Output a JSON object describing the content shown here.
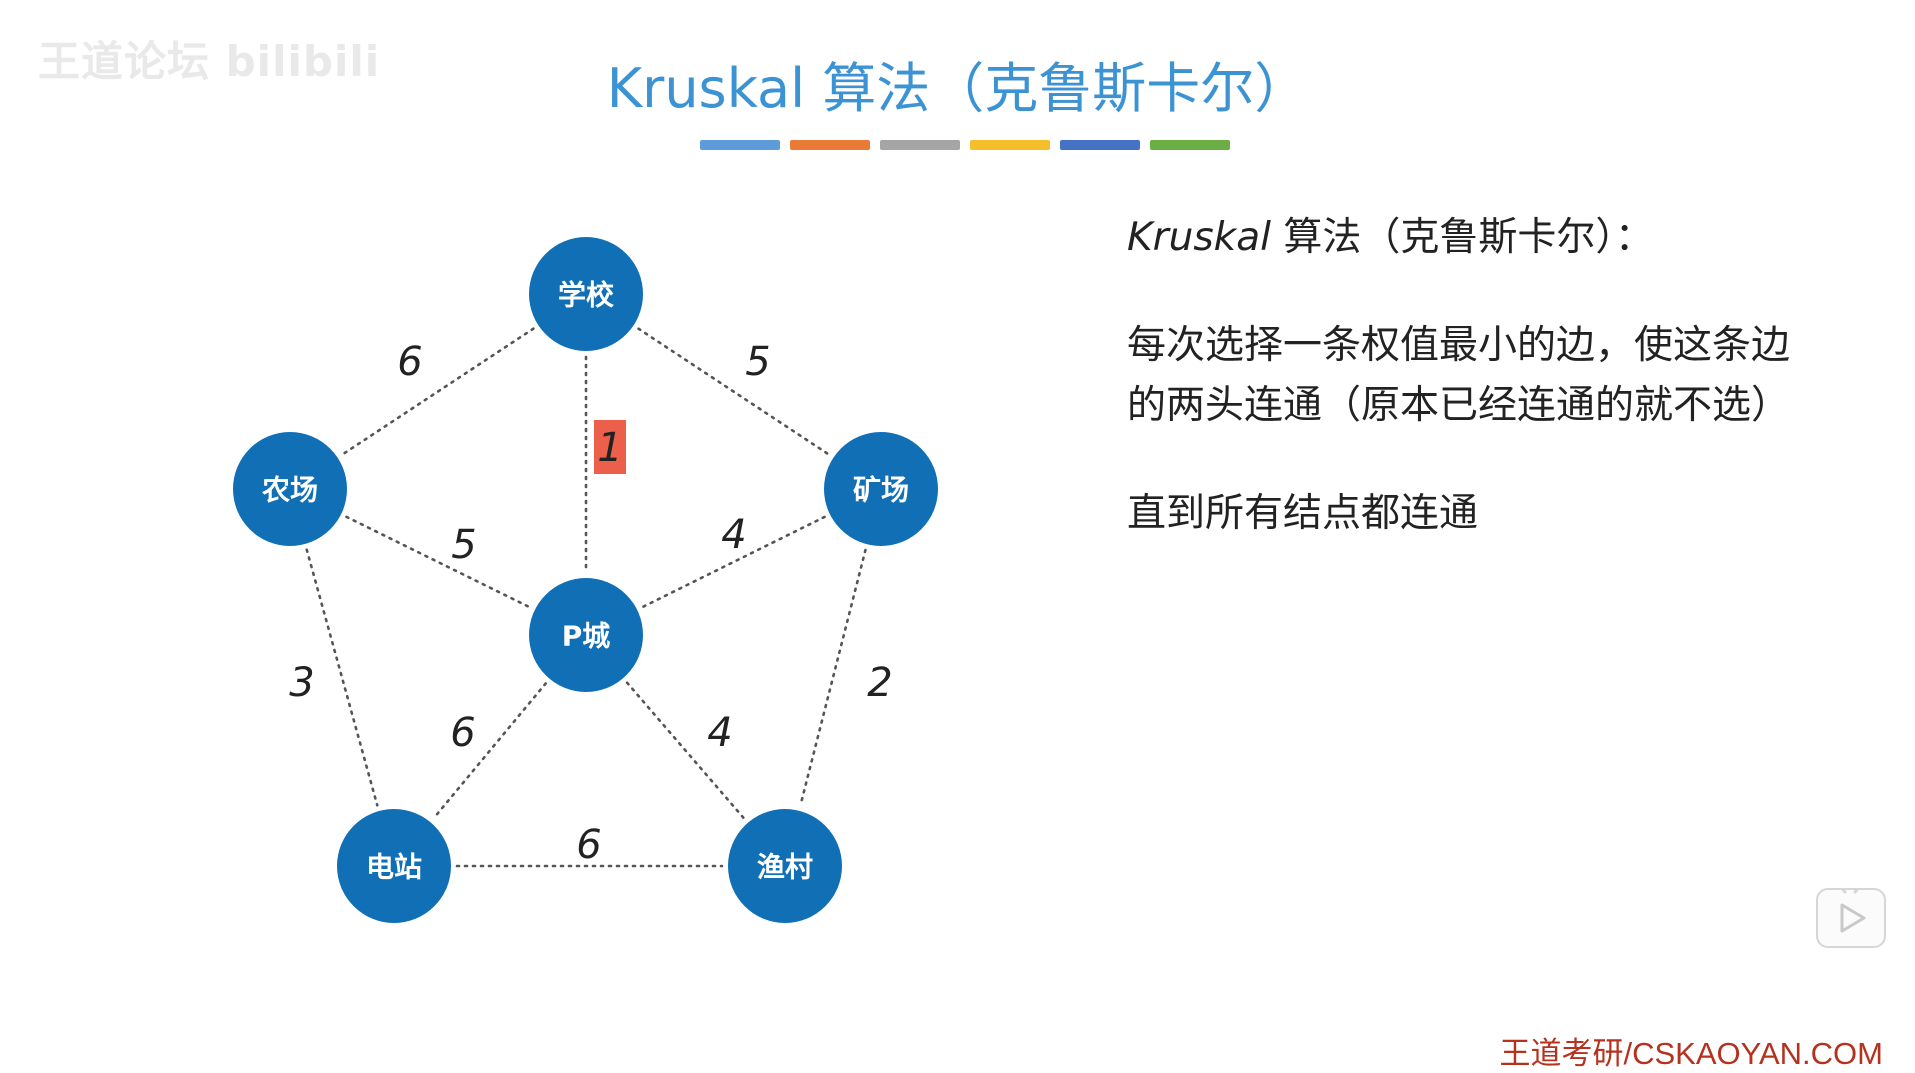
{
  "watermark": "王道论坛 bilibili",
  "title": "Kruskal 算法（克鲁斯卡尔）",
  "color_bars": [
    "#5d9cd8",
    "#ea7b37",
    "#a5a5a5",
    "#f5bf2c",
    "#4472c4",
    "#6bae44"
  ],
  "graph": {
    "nodes": [
      {
        "id": "school",
        "label": "学校"
      },
      {
        "id": "farm",
        "label": "农场"
      },
      {
        "id": "mine",
        "label": "矿场"
      },
      {
        "id": "pcity",
        "label": "P城"
      },
      {
        "id": "station",
        "label": "电站"
      },
      {
        "id": "village",
        "label": "渔村"
      }
    ],
    "edges": [
      {
        "from": "school",
        "to": "farm",
        "weight": "6",
        "highlighted": false
      },
      {
        "from": "school",
        "to": "mine",
        "weight": "5",
        "highlighted": false
      },
      {
        "from": "school",
        "to": "pcity",
        "weight": "1",
        "highlighted": true
      },
      {
        "from": "farm",
        "to": "pcity",
        "weight": "5",
        "highlighted": false
      },
      {
        "from": "mine",
        "to": "pcity",
        "weight": "4",
        "highlighted": false
      },
      {
        "from": "farm",
        "to": "station",
        "weight": "3",
        "highlighted": false
      },
      {
        "from": "mine",
        "to": "village",
        "weight": "2",
        "highlighted": false
      },
      {
        "from": "pcity",
        "to": "station",
        "weight": "6",
        "highlighted": false
      },
      {
        "from": "pcity",
        "to": "village",
        "weight": "4",
        "highlighted": false
      },
      {
        "from": "station",
        "to": "village",
        "weight": "6",
        "highlighted": false
      }
    ],
    "node_color": "#116fb6",
    "highlight_color": "#ec5f4a"
  },
  "description": {
    "heading_italic": "Kruskal",
    "heading_rest": " 算法（克鲁斯卡尔）：",
    "rule": "每次选择一条权值最小的边，使这条边的两头连通（原本已经连通的就不选）",
    "stop": "直到所有结点都连通"
  },
  "footer": "王道考研/CSKAOYAN.COM",
  "play_icon": "play-icon"
}
